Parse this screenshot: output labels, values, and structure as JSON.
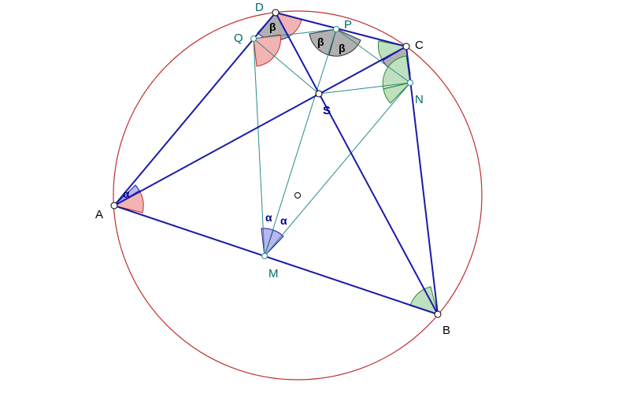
{
  "diagram": {
    "labels": {
      "A": "A",
      "B": "B",
      "C": "C",
      "D": "D",
      "P": "P",
      "Q": "Q",
      "M": "M",
      "N": "N",
      "S": "S"
    },
    "angle_marks": {
      "alpha": "α",
      "beta": "β"
    },
    "colors": {
      "circle": "#c03030",
      "quadrilateral": "#1a1aaa",
      "construction": "#2a8a8a",
      "red_fill": "#f2b3b3",
      "green_fill": "#bfe0bf",
      "blue_fill": "#b8b8f0",
      "gray_fill": "#b0b0b0"
    }
  }
}
